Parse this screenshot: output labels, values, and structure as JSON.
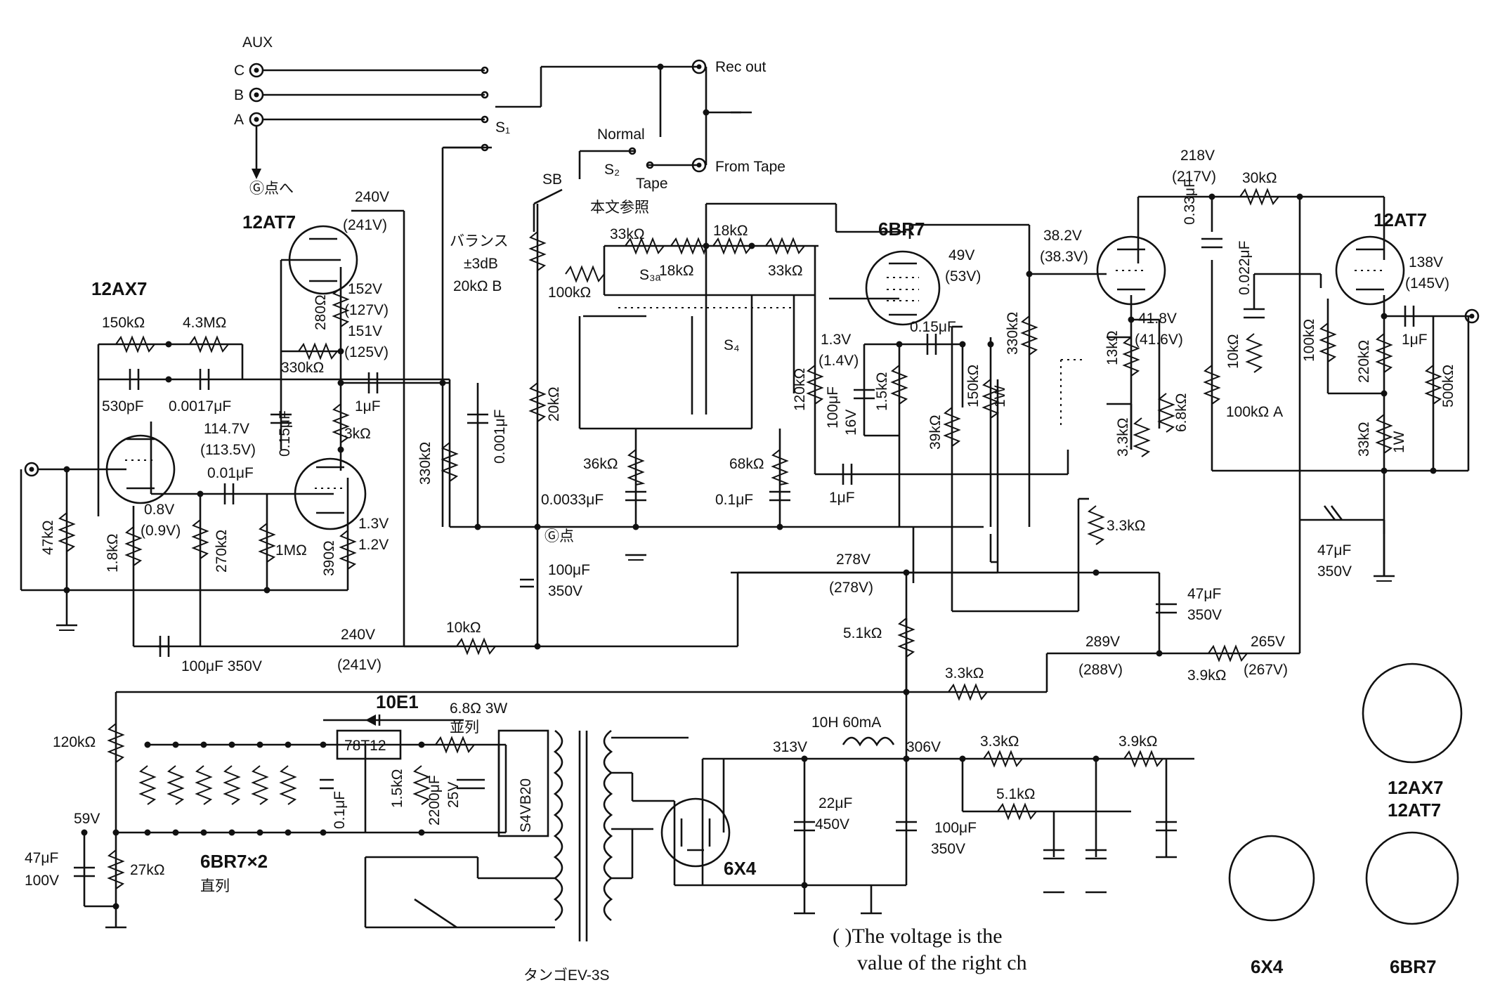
{
  "tubes": {
    "v1": "12AX7",
    "v2": "12AT7",
    "v3": "6BR7",
    "v4": "12AT7",
    "rect": "6X4",
    "heater": "6BR7×2",
    "heater_note": "直列"
  },
  "aux": {
    "title": "AUX",
    "a": "A",
    "b": "B",
    "c": "C",
    "to_g": "Ⓖ点へ"
  },
  "switches": {
    "s1": "S₁",
    "s2": "S₂",
    "s3a": "S₃ₐ",
    "s4": "S₄",
    "sb": "SB",
    "normal": "Normal",
    "tape": "Tape",
    "rec_out": "Rec out",
    "from_tape": "From Tape",
    "see_text": "本文参照"
  },
  "balance": {
    "label": "バランス",
    "range": "±3dB",
    "pot": "20kΩ B"
  },
  "g_point": "Ⓖ点",
  "voltages": {
    "v240a": "240V",
    "v241a": "(241V)",
    "v152": "152V",
    "v127": "(127V)",
    "v151": "151V",
    "v125": "(125V)",
    "v114": "114.7V",
    "v113": "(113.5V)",
    "v08": "0.8V",
    "v09": "(0.9V)",
    "v13a": "1.3V",
    "v12a": "1.2V",
    "v49": "49V",
    "v53": "(53V)",
    "v13b": "1.3V",
    "v14": "(1.4V)",
    "v382": "38.2V",
    "v383": "(38.3V)",
    "v218": "218V",
    "v217": "(217V)",
    "v418": "41.8V",
    "v416": "(41.6V)",
    "v138": "138V",
    "v145": "(145V)",
    "v278": "278V",
    "v278b": "(278V)",
    "v240b": "240V",
    "v241b": "(241V)",
    "v289": "289V",
    "v288": "(288V)",
    "v265": "265V",
    "v267": "(267V)",
    "v313": "313V",
    "v306": "306V",
    "v59": "59V"
  },
  "resistors": {
    "r150k": "150kΩ",
    "r43m": "4.3MΩ",
    "r47k": "47kΩ",
    "r18k": "1.8kΩ",
    "r270k": "270kΩ",
    "r1m": "1MΩ",
    "r390": "390Ω",
    "r280": "280Ω",
    "r330k": "330kΩ",
    "r3k": "3kΩ",
    "r330kb": "330kΩ",
    "r20k": "20kΩ",
    "r100k": "100kΩ",
    "r33ka": "33kΩ",
    "r18ka": "18kΩ",
    "r18kb": "18kΩ",
    "r33kb": "33kΩ",
    "r36k": "36kΩ",
    "r68k": "68kΩ",
    "r120k": "120kΩ",
    "r15k": "1.5kΩ",
    "r39k": "39kΩ",
    "r150kb": "150kΩ",
    "r330kc": "330kΩ",
    "r1w": "1W",
    "r13k": "13kΩ",
    "r33k3": "3.3kΩ",
    "r68kb": "6.8kΩ",
    "r33kc": "3.3kΩ",
    "r30k": "30kΩ",
    "r100kpot": "100kΩ A",
    "r10k": "10kΩ",
    "r100kc": "100kΩ",
    "r220k": "220kΩ",
    "r33kd": "33kΩ",
    "r1wb": "1W",
    "r500k": "500kΩ",
    "r10kb": "10kΩ",
    "r51k": "5.1kΩ",
    "r33ke": "3.3kΩ",
    "r39kb": "3.9kΩ",
    "r120kb": "120kΩ",
    "r27k": "27kΩ",
    "r15kb": "1.5kΩ",
    "r68": "6.8Ω 3W",
    "r68note": "並列",
    "r33kf": "3.3kΩ",
    "r39kc": "3.9kΩ",
    "r51kb": "5.1kΩ"
  },
  "capacitors": {
    "c530p": "530pF",
    "c00017": "0.0017μF",
    "c015a": "0.15μF",
    "c1ua": "1μF",
    "c001a": "0.01μF",
    "c0001": "0.001μF",
    "c00033": "0.0033μF",
    "c01a": "0.1μF",
    "c015b": "0.15μF",
    "c100u16": "100μF",
    "c16v": "16V",
    "c1ub": "1μF",
    "c033": "0.33μF",
    "c0022": "0.022μF",
    "c1uc": "1μF",
    "c47a": "47μF",
    "c350a": "350V",
    "c100b": "100μF",
    "c350b": "350V",
    "c47b": "47μF",
    "c350c": "350V",
    "c100c": "100μF 350V",
    "c01b": "0.1μF",
    "c2200": "2200μF",
    "c25v": "25V",
    "c22": "22μF",
    "c450": "450V",
    "c100d": "100μF",
    "c350d": "350V",
    "c47c": "47μF",
    "c100v": "100V"
  },
  "power": {
    "diode": "10E1",
    "reg": "78T12",
    "bridge": "S4VB20",
    "choke": "10H 60mA",
    "transformer": "タンゴEV-3S"
  },
  "note_line1": "( )The voltage is the",
  "note_line2": "value of the right ch",
  "pinouts": {
    "p1a": "12AX7",
    "p1b": "12AT7",
    "p2": "6X4",
    "p3": "6BR7"
  }
}
